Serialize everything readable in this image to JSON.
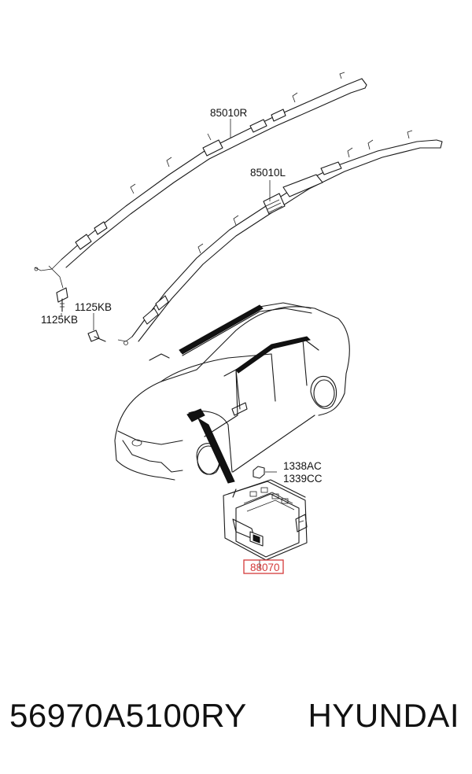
{
  "diagram": {
    "callouts": {
      "right_curtain_airbag": "85010R",
      "left_curtain_airbag": "85010L",
      "bolt_a": "1125KB",
      "bolt_b": "1125KB",
      "nut_a": "1338AC",
      "nut_b": "1339CC",
      "passenger_airbag": "88070"
    },
    "highlight_color": "#d43a3a",
    "highlighted_callout": "88070"
  },
  "footer": {
    "part_number": "56970A5100RY",
    "brand": "HYUNDAI"
  }
}
